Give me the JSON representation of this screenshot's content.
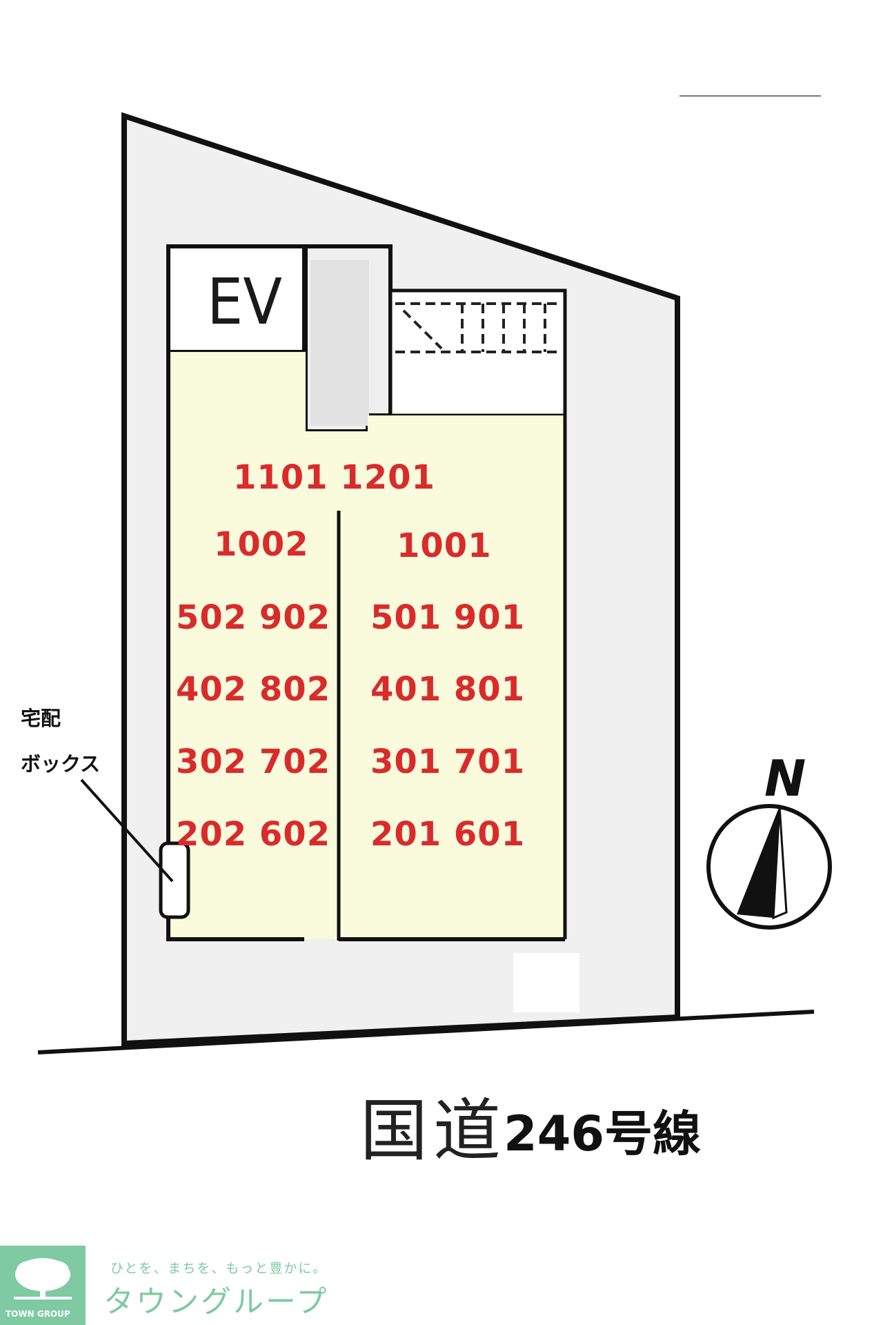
{
  "elevator_label": "EV",
  "units": {
    "top_row": "1101 1201",
    "left_column": [
      "1002",
      "502 902",
      "402 802",
      "302 702",
      "202 602"
    ],
    "right_column": [
      "1001",
      "501 901",
      "401 801",
      "301 701",
      "201 601"
    ]
  },
  "delivery_box": {
    "line1": "宅配",
    "line2": "ボックス"
  },
  "compass": {
    "label": "N"
  },
  "road": {
    "name_kanji": "国道",
    "name_rest": "246号線"
  },
  "footer": {
    "logo_text": "TOWN GROUP",
    "tagline": "ひとを、まちを、もっと豊かに。",
    "brand": "タウングループ"
  },
  "colors": {
    "unit_text": "#d92b2b",
    "building_fill": "#fafadc",
    "lot_fill": "#f0f0f0",
    "brand": "#7fcaa3"
  }
}
